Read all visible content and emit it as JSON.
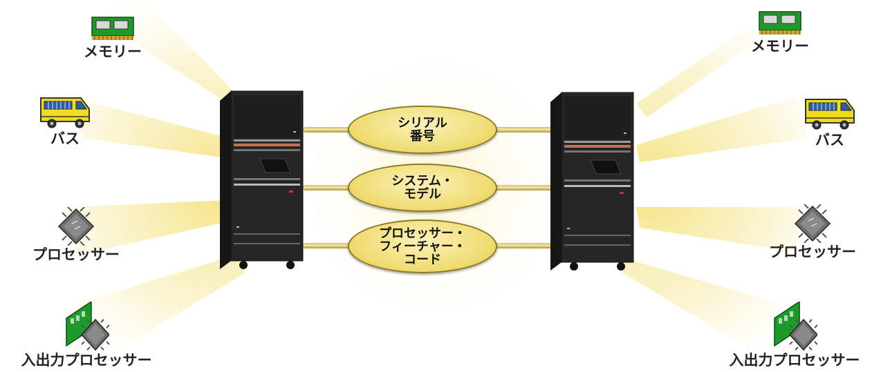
{
  "left_components": [
    {
      "id": "memory",
      "label": "メモリー",
      "icon": "memory-module-icon"
    },
    {
      "id": "bus",
      "label": "バス",
      "icon": "bus-icon"
    },
    {
      "id": "processor",
      "label": "プロセッサー",
      "icon": "processor-chip-icon"
    },
    {
      "id": "iop",
      "label": "入出力プロセッサー",
      "icon": "io-processor-card-icon"
    }
  ],
  "right_components": [
    {
      "id": "memory",
      "label": "メモリー",
      "icon": "memory-module-icon"
    },
    {
      "id": "bus",
      "label": "バス",
      "icon": "bus-icon"
    },
    {
      "id": "processor",
      "label": "プロセッサー",
      "icon": "processor-chip-icon"
    },
    {
      "id": "iop",
      "label": "入出力プロセッサー",
      "icon": "io-processor-card-icon"
    }
  ],
  "connections": [
    {
      "id": "serial-number",
      "lines": [
        "シリアル",
        "番号"
      ]
    },
    {
      "id": "system-model",
      "lines": [
        "システム・",
        "モデル"
      ]
    },
    {
      "id": "processor-feature-code",
      "lines": [
        "プロセッサー・",
        "フィーチャー・",
        "コード"
      ]
    }
  ],
  "servers": [
    {
      "id": "left-server",
      "icon": "server-tower-icon"
    },
    {
      "id": "right-server",
      "icon": "server-tower-icon"
    }
  ],
  "colors": {
    "glow": "#f5e47a",
    "oval_fill": "#efdc73",
    "oval_border": "#8b7a2a",
    "cable": "#d6c67a",
    "server_body": "#202020",
    "memory_green": "#1d9a2a",
    "bus_yellow": "#f0dc1e",
    "chip_gray": "#6e6e6e"
  }
}
